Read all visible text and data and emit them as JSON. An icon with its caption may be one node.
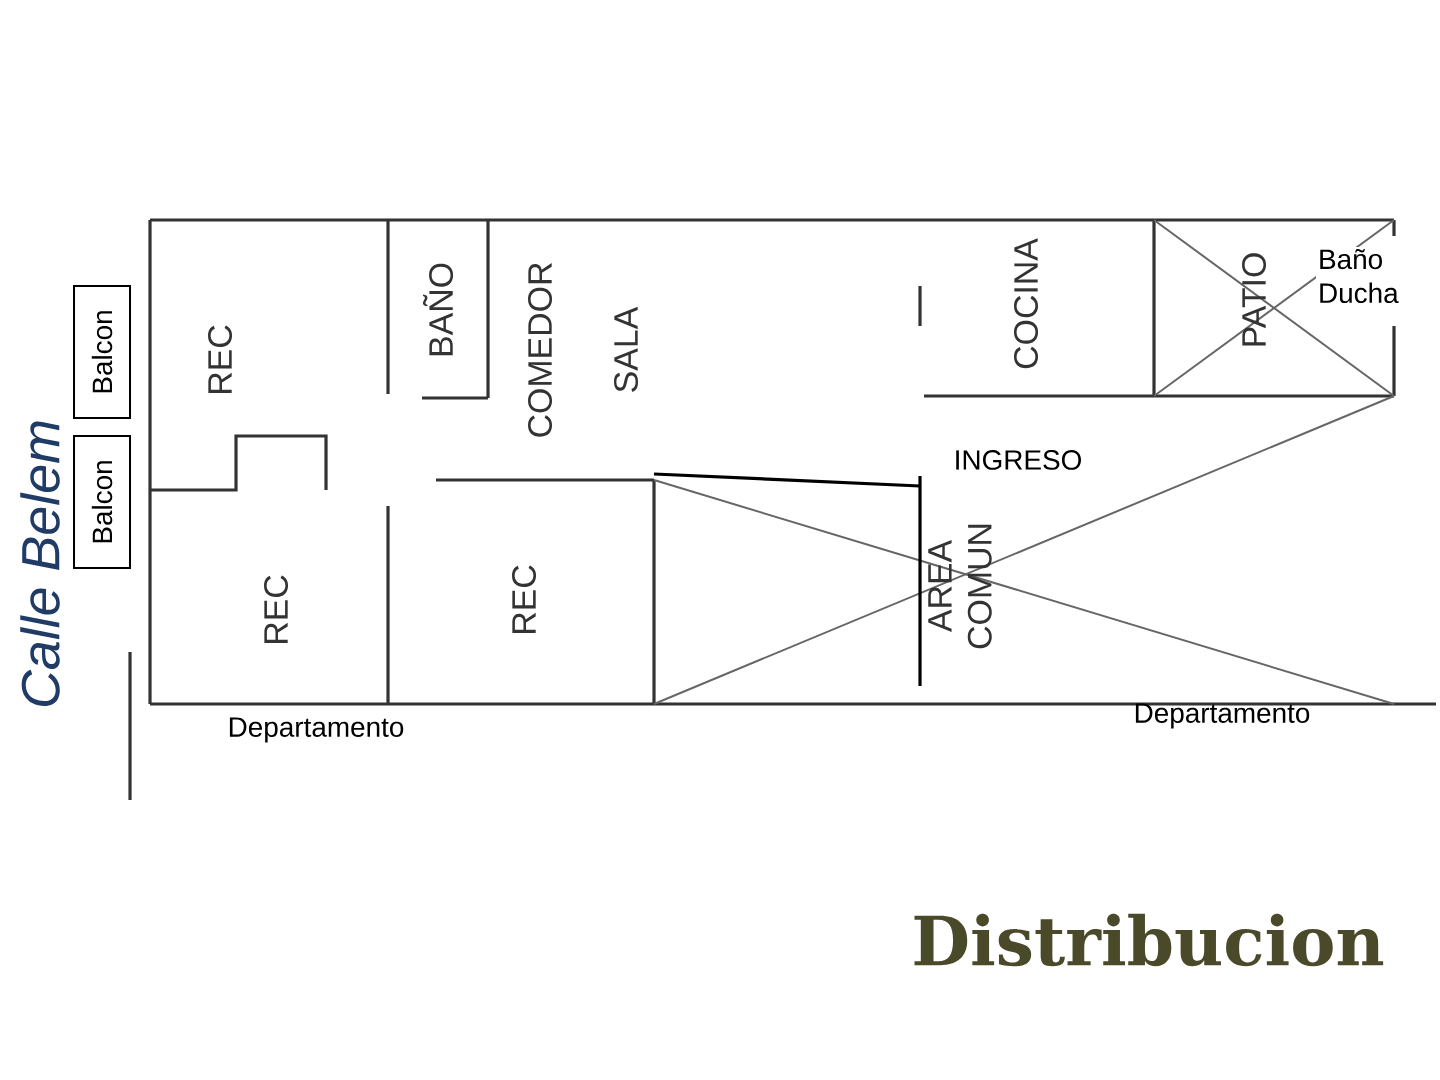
{
  "diagram": {
    "title": "Distribucion",
    "nodes": [
      {
        "text": [
          "Balcon"
        ]
      },
      {
        "text": [
          "Balcon"
        ]
      }
    ],
    "labels": [
      "Calle Belem",
      "REC",
      "BAÑO",
      "COMEDOR",
      "SALA",
      "COCINA",
      "PATIO",
      "Baño Ducha",
      "REC",
      "REC",
      "INGRESO",
      "AREA COMUN",
      "Departamento",
      "Departamento"
    ]
  }
}
